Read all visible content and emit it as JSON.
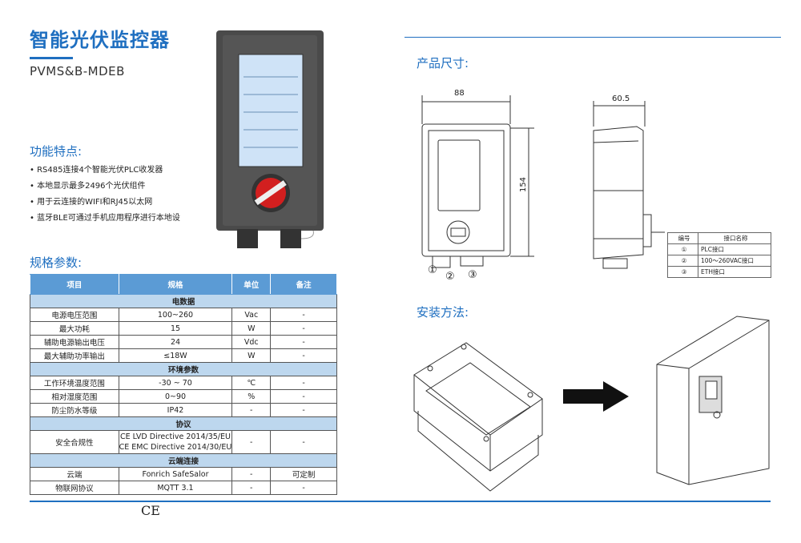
{
  "header": {
    "title": "智能光伏监控器",
    "model": "PVMS&B-MDEB"
  },
  "features": {
    "heading": "功能特点:",
    "items": [
      "RS485连接4个智能光伏PLC收发器",
      "本地显示最多2496个光伏组件",
      "用于云连接的WIFI和RJ45以太网",
      "蓝牙BLE可通过手机应用程序进行本地设"
    ]
  },
  "specs": {
    "heading": "规格参数:",
    "columns": [
      "项目",
      "规格",
      "单位",
      "备注"
    ],
    "groups": [
      {
        "name": "电数据",
        "rows": [
          [
            "电源电压范围",
            "100~260",
            "Vac",
            "-"
          ],
          [
            "最大功耗",
            "15",
            "W",
            "-"
          ],
          [
            "辅助电源输出电压",
            "24",
            "Vdc",
            "-"
          ],
          [
            "最大辅助功率输出",
            "≤18W",
            "W",
            "-"
          ]
        ]
      },
      {
        "name": "环境参数",
        "rows": [
          [
            "工作环境温度范围",
            "-30 ~ 70",
            "℃",
            "-"
          ],
          [
            "相对湿度范围",
            "0~90",
            "%",
            "-"
          ],
          [
            "防尘防水等级",
            "IP42",
            "-",
            "-"
          ]
        ]
      },
      {
        "name": "协议",
        "rows": [
          [
            "安全合规性",
            "CE LVD Directive 2014/35/EU\nCE EMC Directive 2014/30/EU",
            "-",
            "-"
          ]
        ]
      },
      {
        "name": "云端连接",
        "rows": [
          [
            "云端",
            "Fonrich SafeSalor",
            "-",
            "可定制"
          ],
          [
            "物联网协议",
            "MQTT 3.1",
            "-",
            "-"
          ]
        ]
      }
    ]
  },
  "ce_mark": "CE",
  "dimensions": {
    "heading": "产品尺寸:",
    "width": "88",
    "height": "154",
    "depth": "60.5",
    "markers": [
      "①",
      "②",
      "③"
    ],
    "ports": {
      "columns": [
        "编号",
        "接口名称"
      ],
      "rows": [
        [
          "①",
          "PLC接口"
        ],
        [
          "②",
          "100～260VAC接口"
        ],
        [
          "③",
          "ETH接口"
        ]
      ]
    }
  },
  "install": {
    "heading": "安装方法:"
  }
}
